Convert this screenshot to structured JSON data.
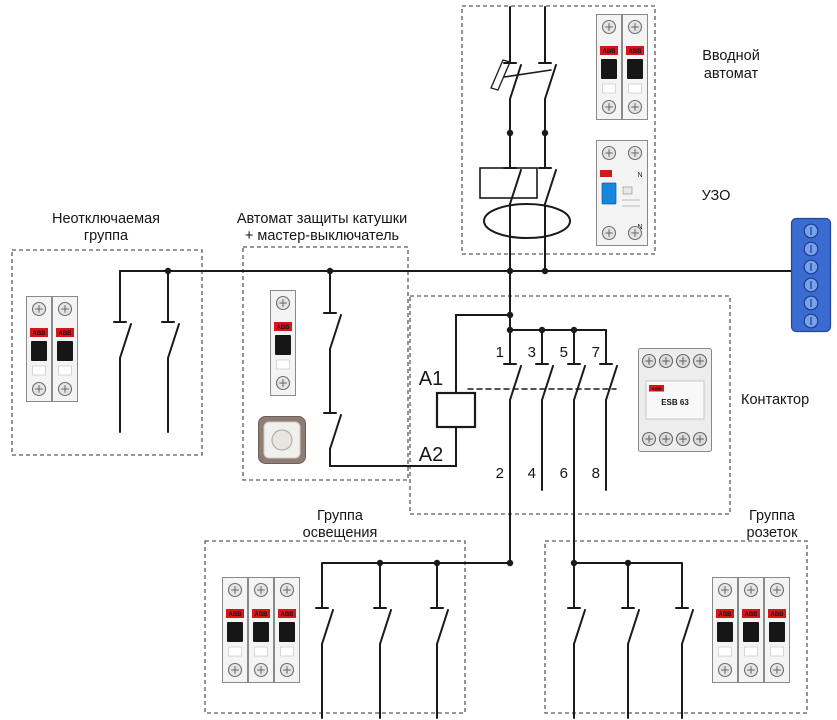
{
  "colors": {
    "wire": "#1a1a1a",
    "dashed_box": "#5a5a5a",
    "abb_red": "#d9151c",
    "toggle_black": "#161616",
    "rcd_button_blue": "#1787dc",
    "terminal_blue": "#3a6bd0",
    "terminal_screw_blue": "#7aa2ea",
    "device_body": "#f4f4f4"
  },
  "regions": {
    "input": {
      "label_line1": "Вводной",
      "label_line2": "автомат",
      "rcd_label": "УЗО"
    },
    "non_switchable": {
      "label_line1": "Неотключаемая",
      "label_line2": "группа"
    },
    "master": {
      "label_line1": "Автомат защиты катушки",
      "label_line2": "+ мастер-выключатель"
    },
    "contactor": {
      "label": "Контактор",
      "coil_a1": "A1",
      "coil_a2": "A2",
      "terminals_top": [
        "1",
        "3",
        "5",
        "7"
      ],
      "terminals_bottom": [
        "2",
        "4",
        "6",
        "8"
      ]
    },
    "lighting": {
      "label_line1": "Группа",
      "label_line2": "освещения"
    },
    "sockets": {
      "label_line1": "Группа",
      "label_line2": "розеток"
    }
  },
  "devices": {
    "brand": "ABB",
    "contactor_model": "ESB 63",
    "neutral_marking": "N"
  }
}
